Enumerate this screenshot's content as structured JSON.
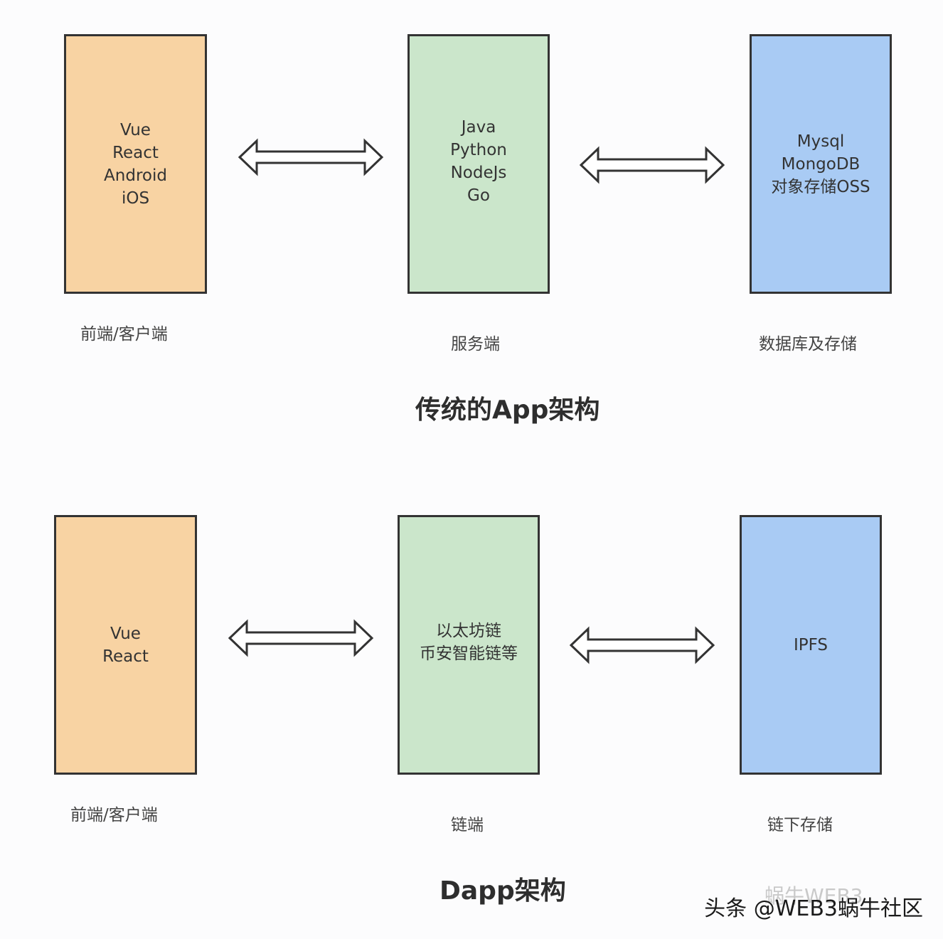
{
  "traditional": {
    "title": "传统的App架构",
    "frontend": {
      "lines": [
        "Vue",
        "React",
        "Android",
        "iOS"
      ],
      "label": "前端/客户端"
    },
    "server": {
      "lines": [
        "Java",
        "Python",
        "NodeJs",
        "Go"
      ],
      "label": "服务端"
    },
    "storage": {
      "lines": [
        "Mysql",
        "MongoDB",
        "对象存储OSS"
      ],
      "label": "数据库及存储"
    }
  },
  "dapp": {
    "title": "Dapp架构",
    "frontend": {
      "lines": [
        "Vue",
        "React"
      ],
      "label": "前端/客户端"
    },
    "chain": {
      "lines": [
        "以太坊链",
        "币安智能链等"
      ],
      "label": "链端"
    },
    "storage": {
      "lines": [
        "IPFS"
      ],
      "label": "链下存储"
    }
  },
  "watermark": {
    "text": "头条 @WEB3蜗牛社区",
    "ghost": "蜗牛WEB3"
  },
  "colors": {
    "frontend": "#f8d3a3",
    "server": "#cbe6cb",
    "storage": "#a9cbf4",
    "border": "#333333"
  },
  "icons": [
    "double-arrow-icon"
  ]
}
